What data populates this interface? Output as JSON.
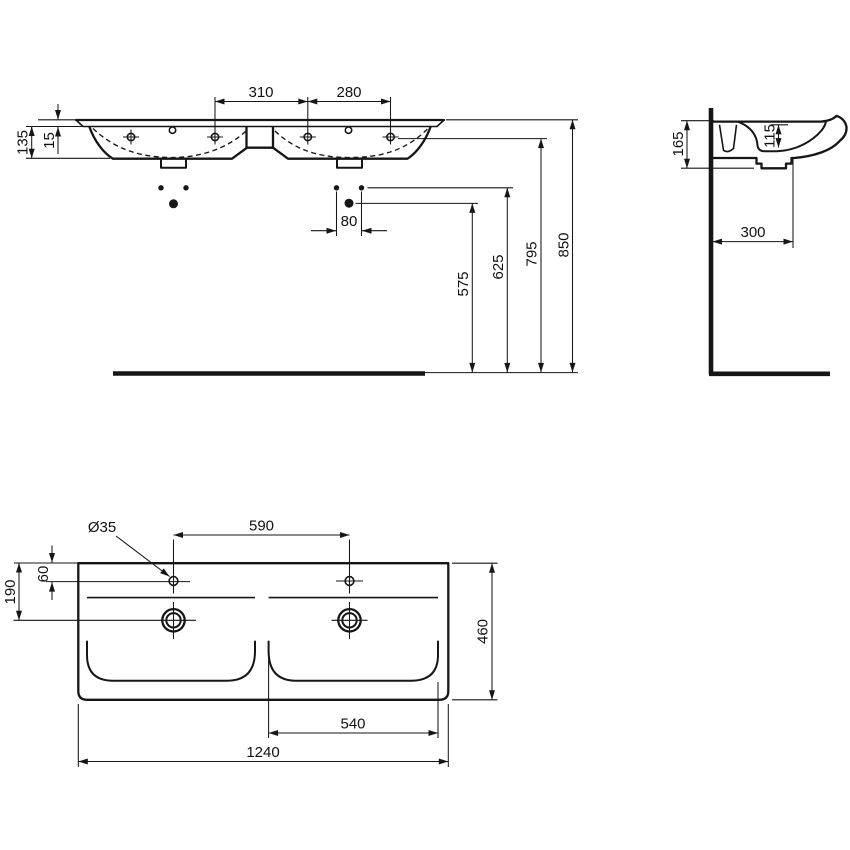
{
  "dims": {
    "front": {
      "d310": "310",
      "d280": "280",
      "d135": "135",
      "d15": "15",
      "d80": "80",
      "d575": "575",
      "d625": "625",
      "d795": "795",
      "d850": "850"
    },
    "side": {
      "d165": "165",
      "d115": "115",
      "d300": "300"
    },
    "plan": {
      "d_dia35": "Ø35",
      "d590": "590",
      "d60": "60",
      "d190": "190",
      "d460": "460",
      "d540": "540",
      "d1240": "1240"
    }
  }
}
